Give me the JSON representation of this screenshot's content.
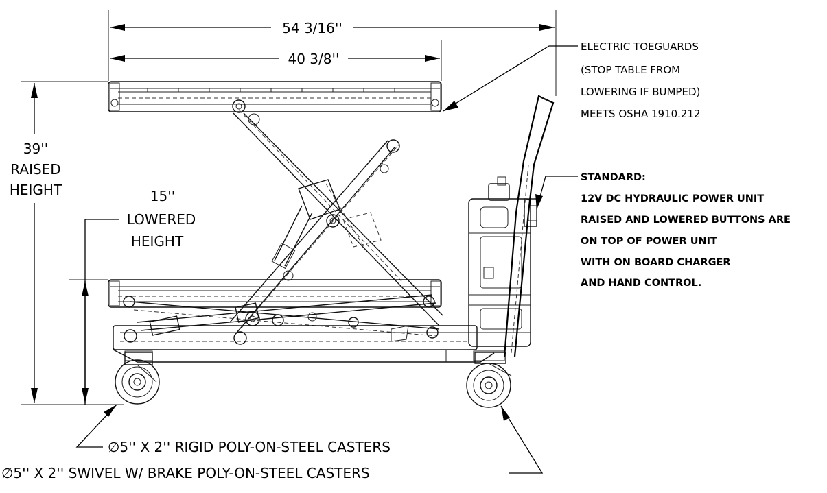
{
  "dimensions": {
    "overall_length": "54 3/16''",
    "table_length": "40 3/8''"
  },
  "raised_height": {
    "value": "39''",
    "line1": "RAISED",
    "line2": "HEIGHT"
  },
  "lowered_height": {
    "value": "15''",
    "line1": "LOWERED",
    "line2": "HEIGHT"
  },
  "callouts": {
    "toeguards": [
      "ELECTRIC TOEGUARDS",
      "(STOP TABLE FROM",
      "LOWERING IF BUMPED)",
      "MEETS OSHA 1910.212"
    ],
    "power_unit": [
      "STANDARD:",
      "12V DC HYDRAULIC POWER UNIT",
      "RAISED AND LOWERED BUTTONS ARE",
      "ON TOP OF POWER UNIT",
      "WITH ON BOARD CHARGER",
      "AND HAND CONTROL."
    ],
    "rigid_casters": "∅5'' X 2'' RIGID POLY-ON-STEEL CASTERS",
    "swivel_casters": "∅5'' X 2'' SWIVEL W/ BRAKE POLY-ON-STEEL CASTERS"
  }
}
